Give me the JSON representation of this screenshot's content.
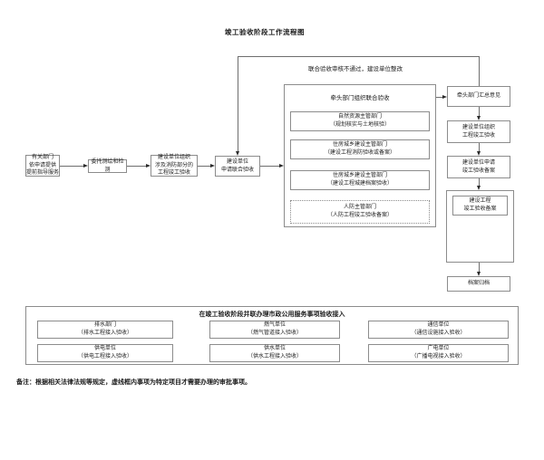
{
  "title": "竣工验收阶段工作流程图",
  "feedback_label": "联合验收审核不通过，建设单位整改",
  "colors": {
    "background": "#ffffff",
    "box_border": "#8c8c8c",
    "text": "#1a1a1a",
    "line": "#6e6e6e"
  },
  "flow": {
    "pre": [
      {
        "label": "有关部门\n依申请提供\n提前指导服务"
      },
      {
        "label": "委托测绘和检测"
      },
      {
        "label": "建设单位组织\n涉及消防部分的\n工程竣工验收"
      },
      {
        "label": "建设单位\n申请联合验收"
      }
    ],
    "joint_group": {
      "title": "牵头部门组织联合验收",
      "items": [
        {
          "label": "自然资源主管部门\n（规划核实与土地核验）",
          "dashed": false
        },
        {
          "label": "住房城乡建设主管部门\n（建设工程消防验收或备案）",
          "dashed": false
        },
        {
          "label": "住房城乡建设主管部门\n（建设工程城建档案验收）",
          "dashed": false
        },
        {
          "label": "人防主管部门\n（人防工程竣工验收备案）",
          "dashed": true
        }
      ]
    },
    "right": [
      {
        "label": "牵头部门汇总意见"
      },
      {
        "label": "建设单位组织\n工程竣工验收"
      },
      {
        "label": "建设单位申请\n竣工验收备案"
      }
    ],
    "record_inner": {
      "label": "建设工程\n竣工验收备案"
    },
    "archive": {
      "label": "档案归档"
    }
  },
  "parallel_section": {
    "title": "在竣工验收阶段并联办理市政公用服务事项验收接入",
    "items": [
      {
        "label": "排水部门\n（排水工程接入验收）"
      },
      {
        "label": "燃气单位\n（燃气管道接入验收）"
      },
      {
        "label": "通信单位\n（通信设施接入验收）"
      },
      {
        "label": "供电单位\n（供电工程接入验收）"
      },
      {
        "label": "供水单位\n（供水工程接入验收）"
      },
      {
        "label": "广电单位\n（广播电视接入验收）"
      }
    ]
  },
  "note": "备注：根据相关法律法规等规定，虚线框内事项为特定项目才需要办理的审批事项。"
}
